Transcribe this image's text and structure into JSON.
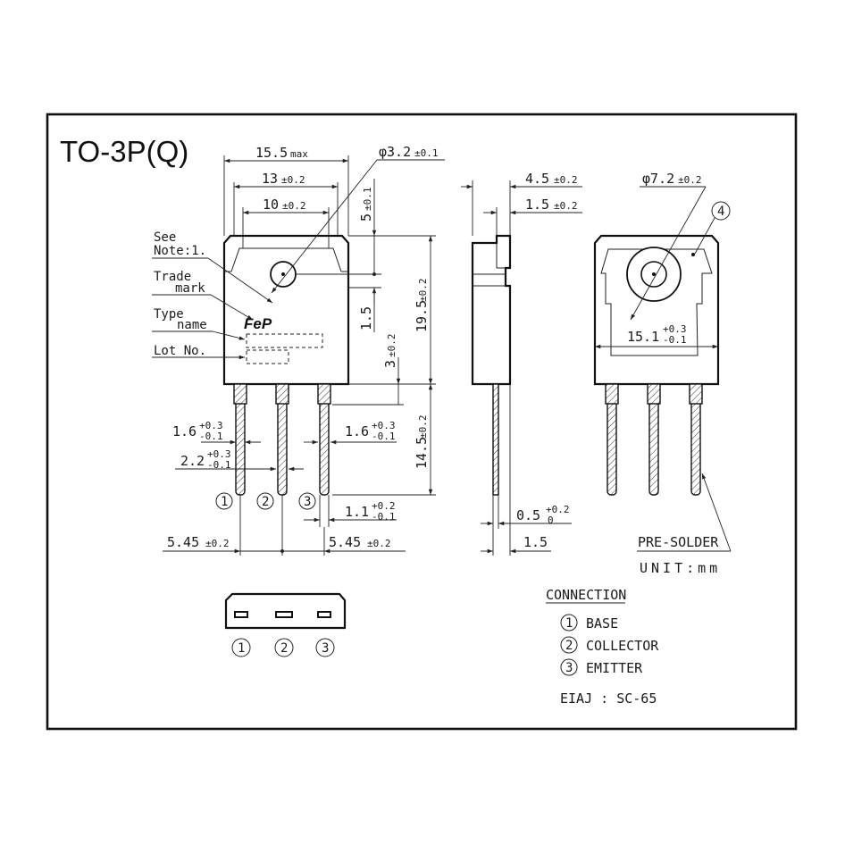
{
  "title": "TO-3P(Q)",
  "front_view": {
    "dim_width_max": "15.5",
    "dim_width_max_suffix": "max",
    "dim_width_13": "13",
    "dim_width_13_tol": "±0.2",
    "dim_width_10": "10",
    "dim_width_10_tol": "±0.2",
    "dim_hole": "φ3.2",
    "dim_hole_tol": "±0.1",
    "dim_5": "5",
    "dim_5_tol": "±0.1",
    "dim_1_5": "1.5",
    "dim_19_5": "19.5",
    "dim_19_5_tol": "±0.2",
    "dim_3": "3",
    "dim_3_tol": "±0.2",
    "dim_14_5": "14.5",
    "dim_14_5_tol": "±0.2",
    "dim_lead_1_6": "1.6",
    "tol_plus_0_3": "+0.3",
    "tol_minus_0_1": "-0.1",
    "dim_lead_2_2": "2.2",
    "dim_lead_1_1": "1.1",
    "tol_plus_0_2": "+0.2",
    "dim_pitch": "5.45",
    "dim_pitch_tol": "±0.2",
    "label_see_note_1": "See",
    "label_see_note_2": "Note:1.",
    "label_trade_1": "Trade",
    "label_trade_2": "mark",
    "label_type_1": "Type",
    "label_type_2": "name",
    "label_lot": "Lot No.",
    "logo_text": "FeP",
    "pin_1": "1",
    "pin_2": "2",
    "pin_3": "3"
  },
  "side_view": {
    "dim_4_5": "4.5",
    "dim_4_5_tol": "±0.2",
    "dim_1_5": "1.5",
    "dim_1_5_tol": "±0.2",
    "dim_0_5": "0.5",
    "dim_0_5_tol_plus": "+0.2",
    "dim_0_5_tol_minus": "0",
    "dim_1_5_bottom": "1.5"
  },
  "back_view": {
    "dim_7_2": "φ7.2",
    "dim_7_2_tol": "±0.2",
    "dim_15_1": "15.1",
    "dim_15_1_tol_plus": "+0.3",
    "dim_15_1_tol_minus": "-0.1",
    "marker_4": "4",
    "pre_solder": "PRE-SOLDER",
    "unit": "UNIT:mm"
  },
  "connection": {
    "heading": "CONNECTION",
    "items": [
      {
        "num": "1",
        "label": "BASE"
      },
      {
        "num": "2",
        "label": "COLLECTOR"
      },
      {
        "num": "3",
        "label": "EMITTER"
      }
    ],
    "eiaj": "EIAJ : SC-65"
  }
}
